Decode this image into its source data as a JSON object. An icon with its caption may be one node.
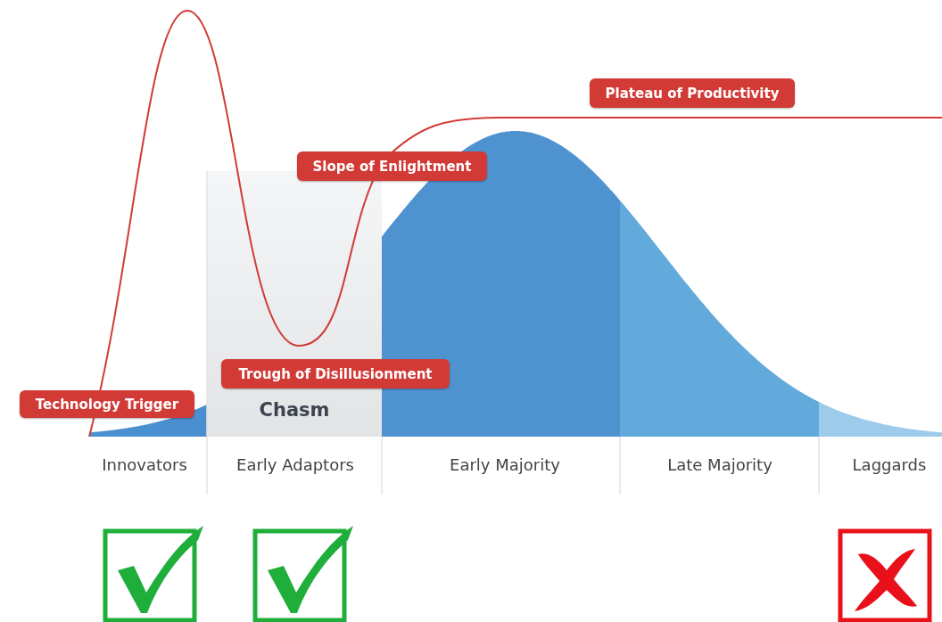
{
  "diagram": {
    "nodes": [
      {
        "text": [
          "Plateau of Productivity"
        ]
      },
      {
        "text": [
          "Slope of Enlightment"
        ]
      },
      {
        "text": [
          "Trough of Disillusionment"
        ]
      },
      {
        "text": [
          "Technology Trigger"
        ]
      }
    ],
    "labels": [
      "Chasm",
      "Innovators",
      "Early Adaptors",
      "Early Majority",
      "Late Majority",
      "Laggards"
    ]
  }
}
